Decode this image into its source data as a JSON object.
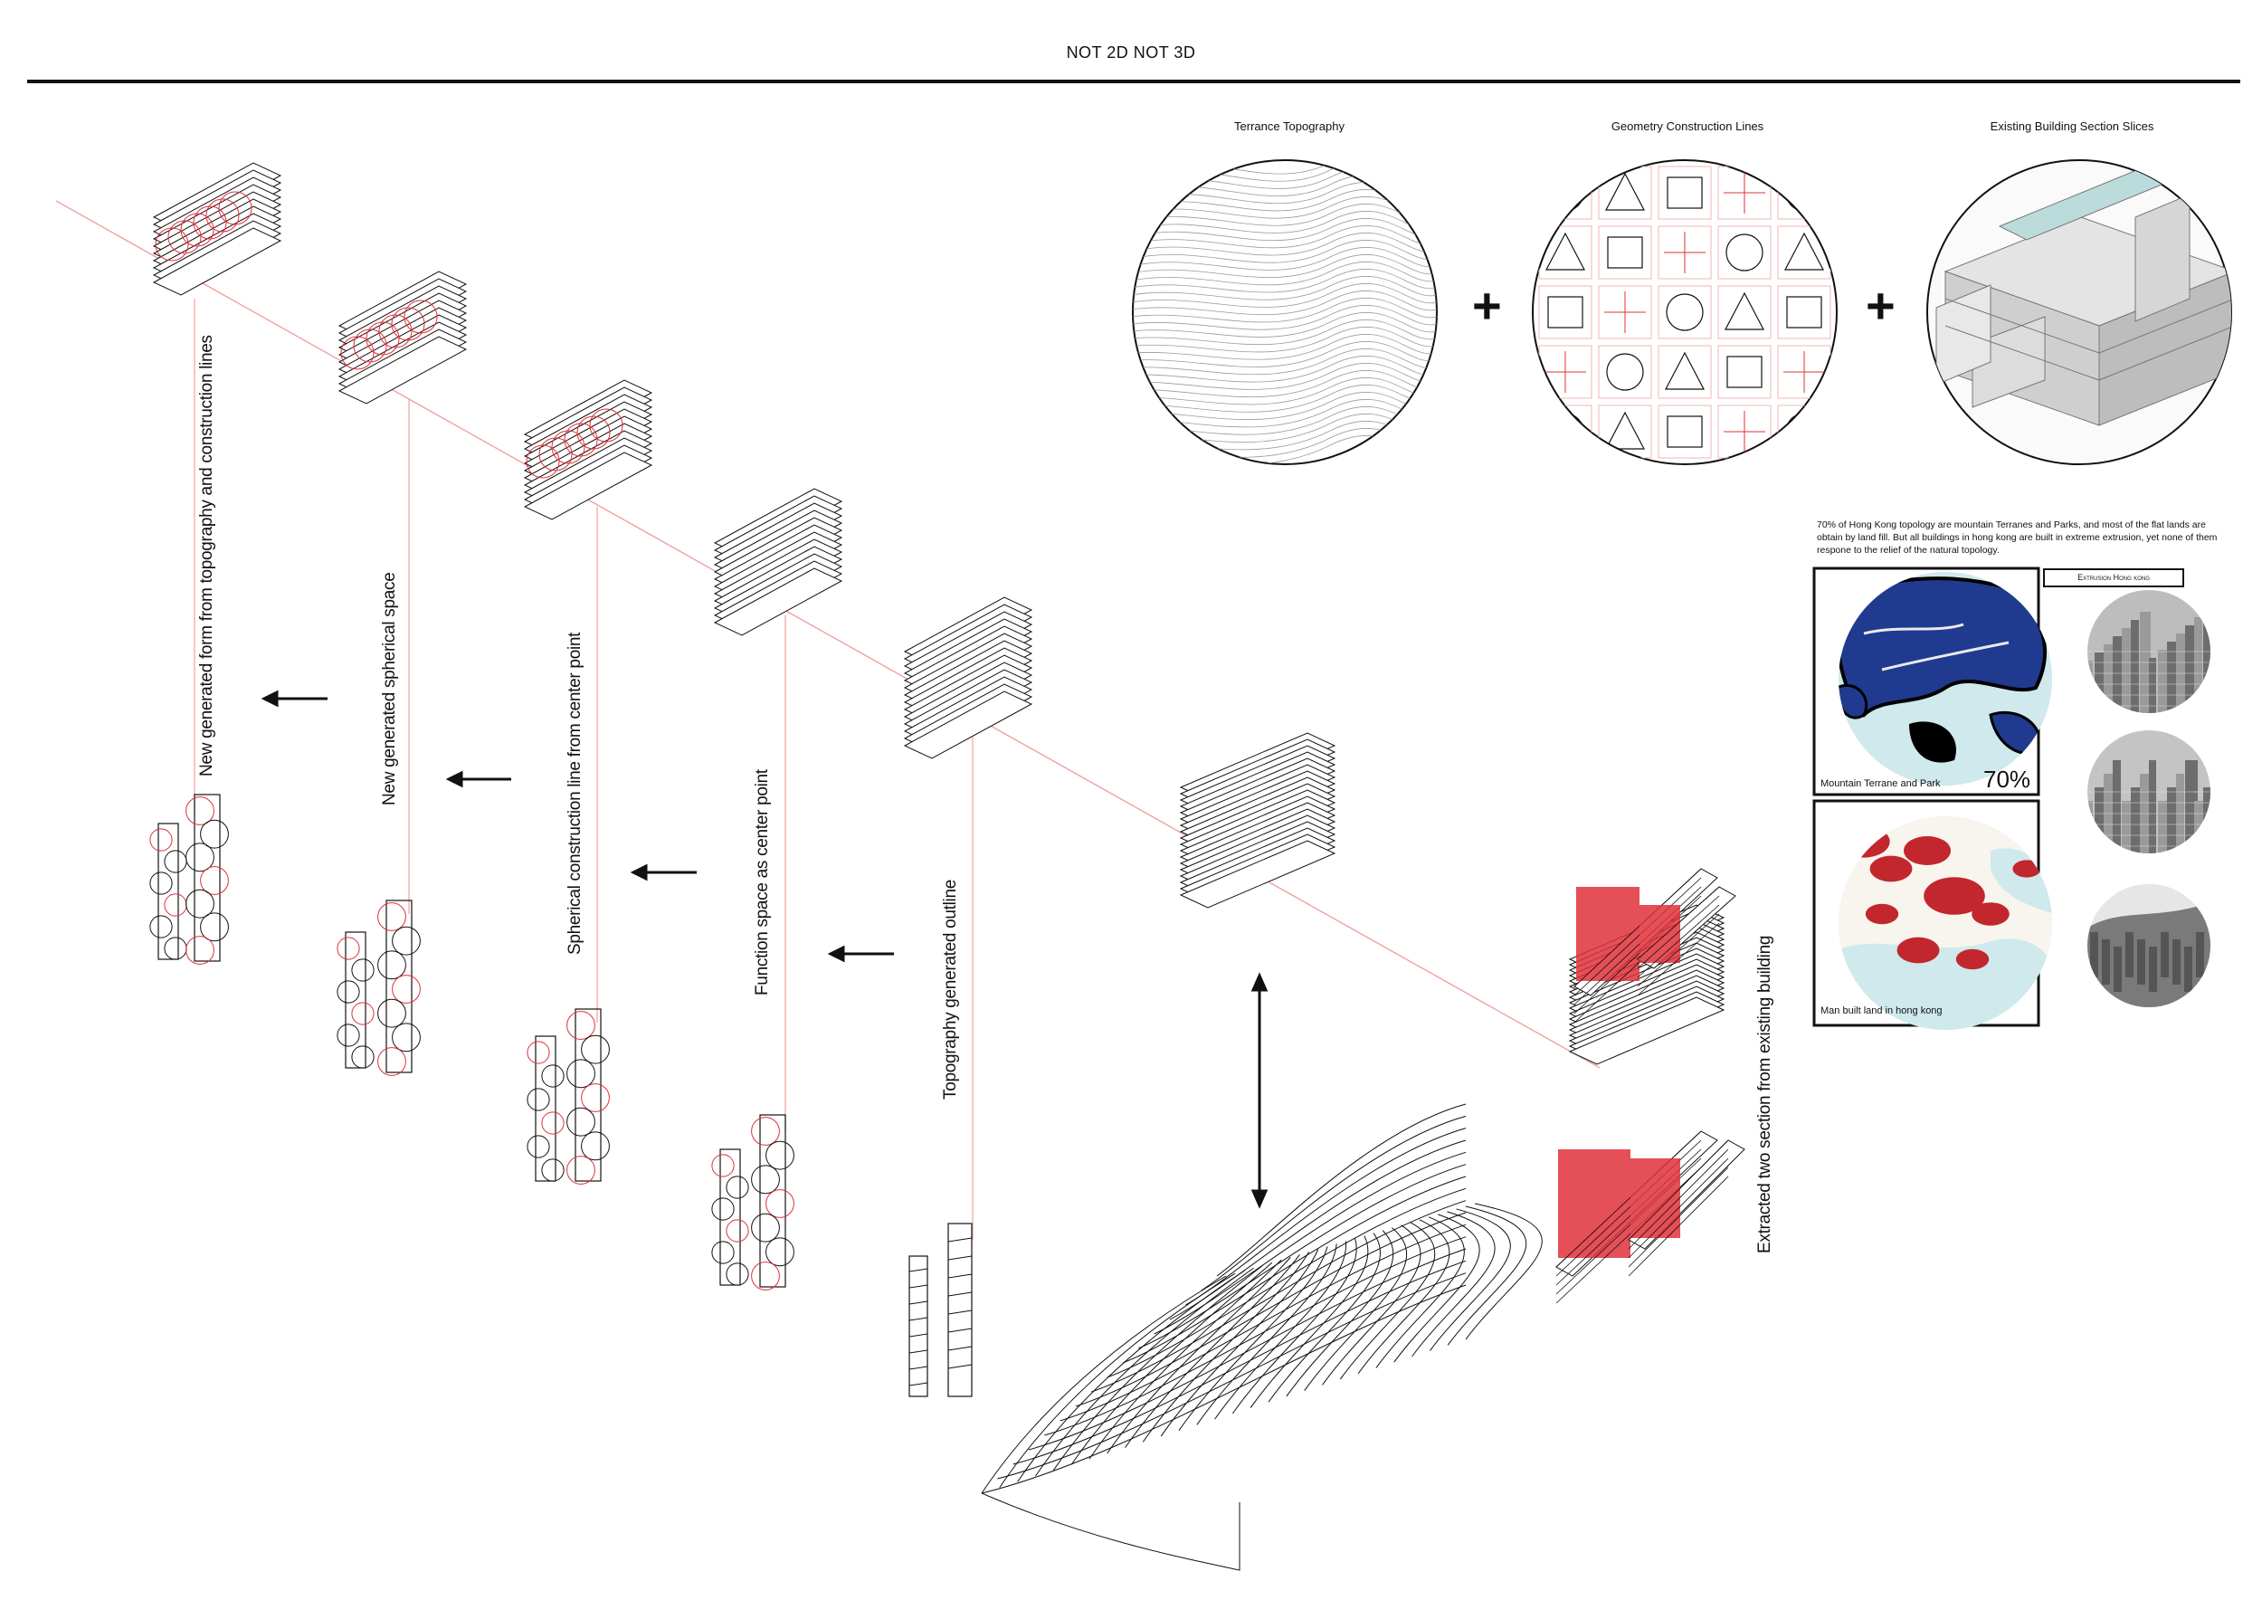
{
  "page": {
    "title": "NOT 2D NOT 3D"
  },
  "top_row": {
    "captions": [
      "Terrance Topography",
      "Geometry Construction Lines",
      "Existing Building Section Slices"
    ],
    "plus_sign": "+"
  },
  "process_labels": [
    "New generated form from topography and construction lines",
    "New generated spherical space",
    "Spherical construction line from center point",
    "Function space as center point",
    "Topography generated outline",
    "Extracted two section from existing building"
  ],
  "info_panel": {
    "paragraph": "70% of Hong Kong topology are mountain Terranes and Parks, and most of the flat lands are obtain by land fill. But all buildings in hong kong are built in extreme extrusion, yet none of them respone to the relief of the natural topology.",
    "tag": "Extrusion Hong kong",
    "map1_caption": "Mountain Terrane and Park",
    "map1_percent": "70%",
    "map2_caption": "Man built land in hong kong"
  },
  "colors": {
    "accent_red": "#e0303a",
    "guide_red": "#f3a6a6",
    "sea_blue": "#cfe9ec",
    "mountain_blue": "#1f3a8f",
    "ink": "#111111"
  },
  "icons": [
    "arrow-left-icon",
    "double-arrow-vertical-icon",
    "plus-icon"
  ]
}
